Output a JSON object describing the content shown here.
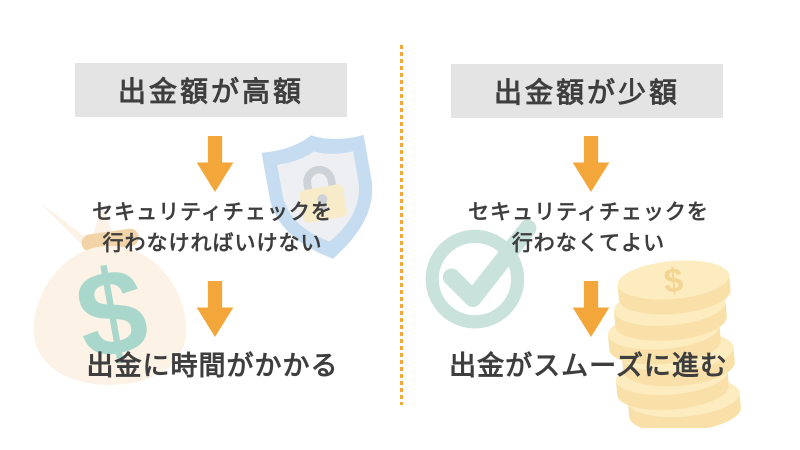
{
  "left": {
    "header": "出金額が高額",
    "step_line1": "セキュリティチェックを",
    "step_line2": "行わなければいけない",
    "result": "出金に時間がかかる"
  },
  "right": {
    "header": "出金額が少額",
    "step_line1": "セキュリティチェックを",
    "step_line2": "行わなくてよい",
    "result": "出金がスムーズに進む"
  },
  "colors": {
    "accent": "#F3A73B",
    "header_bg": "#E4E4E4",
    "text": "#3E3E3E",
    "shield_outer": "#C6DDF1",
    "shield_inner": "#EDEFF2",
    "lock_body": "#F8EBC9",
    "lock_metal": "#CCD2D7",
    "teal": "#A9D7CB",
    "check_teal": "#C9E3DC",
    "bag_body": "#FCF2E6",
    "bag_tie": "#F2D4A8",
    "coin_top": "#FCECC0",
    "coin_side": "#F9E0A8",
    "coin_detail": "#F3D492"
  }
}
